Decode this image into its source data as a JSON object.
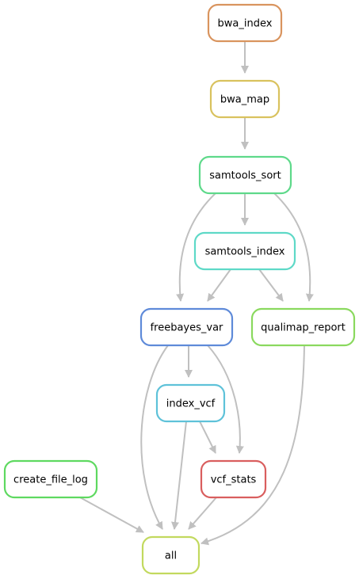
{
  "diagram": {
    "type": "directed-acyclic-graph",
    "edge_color": "#c0c0c0",
    "nodes": [
      {
        "id": "bwa_index",
        "label": "bwa_index",
        "color": "#d9945e"
      },
      {
        "id": "bwa_map",
        "label": "bwa_map",
        "color": "#d9c25e"
      },
      {
        "id": "samtools_sort",
        "label": "samtools_sort",
        "color": "#5ed98a"
      },
      {
        "id": "samtools_index",
        "label": "samtools_index",
        "color": "#5ed9c7"
      },
      {
        "id": "freebayes_var",
        "label": "freebayes_var",
        "color": "#5e8ad9"
      },
      {
        "id": "qualimap_report",
        "label": "qualimap_report",
        "color": "#8ad95e"
      },
      {
        "id": "index_vcf",
        "label": "index_vcf",
        "color": "#5ec2d9"
      },
      {
        "id": "create_file_log",
        "label": "create_file_log",
        "color": "#5ed960"
      },
      {
        "id": "vcf_stats",
        "label": "vcf_stats",
        "color": "#d95e5e"
      },
      {
        "id": "all",
        "label": "all",
        "color": "#c2d95e"
      }
    ],
    "edges": [
      {
        "from": "bwa_index",
        "to": "bwa_map"
      },
      {
        "from": "bwa_map",
        "to": "samtools_sort"
      },
      {
        "from": "samtools_sort",
        "to": "samtools_index"
      },
      {
        "from": "samtools_sort",
        "to": "freebayes_var"
      },
      {
        "from": "samtools_sort",
        "to": "qualimap_report"
      },
      {
        "from": "samtools_index",
        "to": "freebayes_var"
      },
      {
        "from": "samtools_index",
        "to": "qualimap_report"
      },
      {
        "from": "freebayes_var",
        "to": "index_vcf"
      },
      {
        "from": "freebayes_var",
        "to": "vcf_stats"
      },
      {
        "from": "freebayes_var",
        "to": "all"
      },
      {
        "from": "index_vcf",
        "to": "vcf_stats"
      },
      {
        "from": "index_vcf",
        "to": "all"
      },
      {
        "from": "vcf_stats",
        "to": "all"
      },
      {
        "from": "qualimap_report",
        "to": "all"
      },
      {
        "from": "create_file_log",
        "to": "all"
      }
    ]
  }
}
